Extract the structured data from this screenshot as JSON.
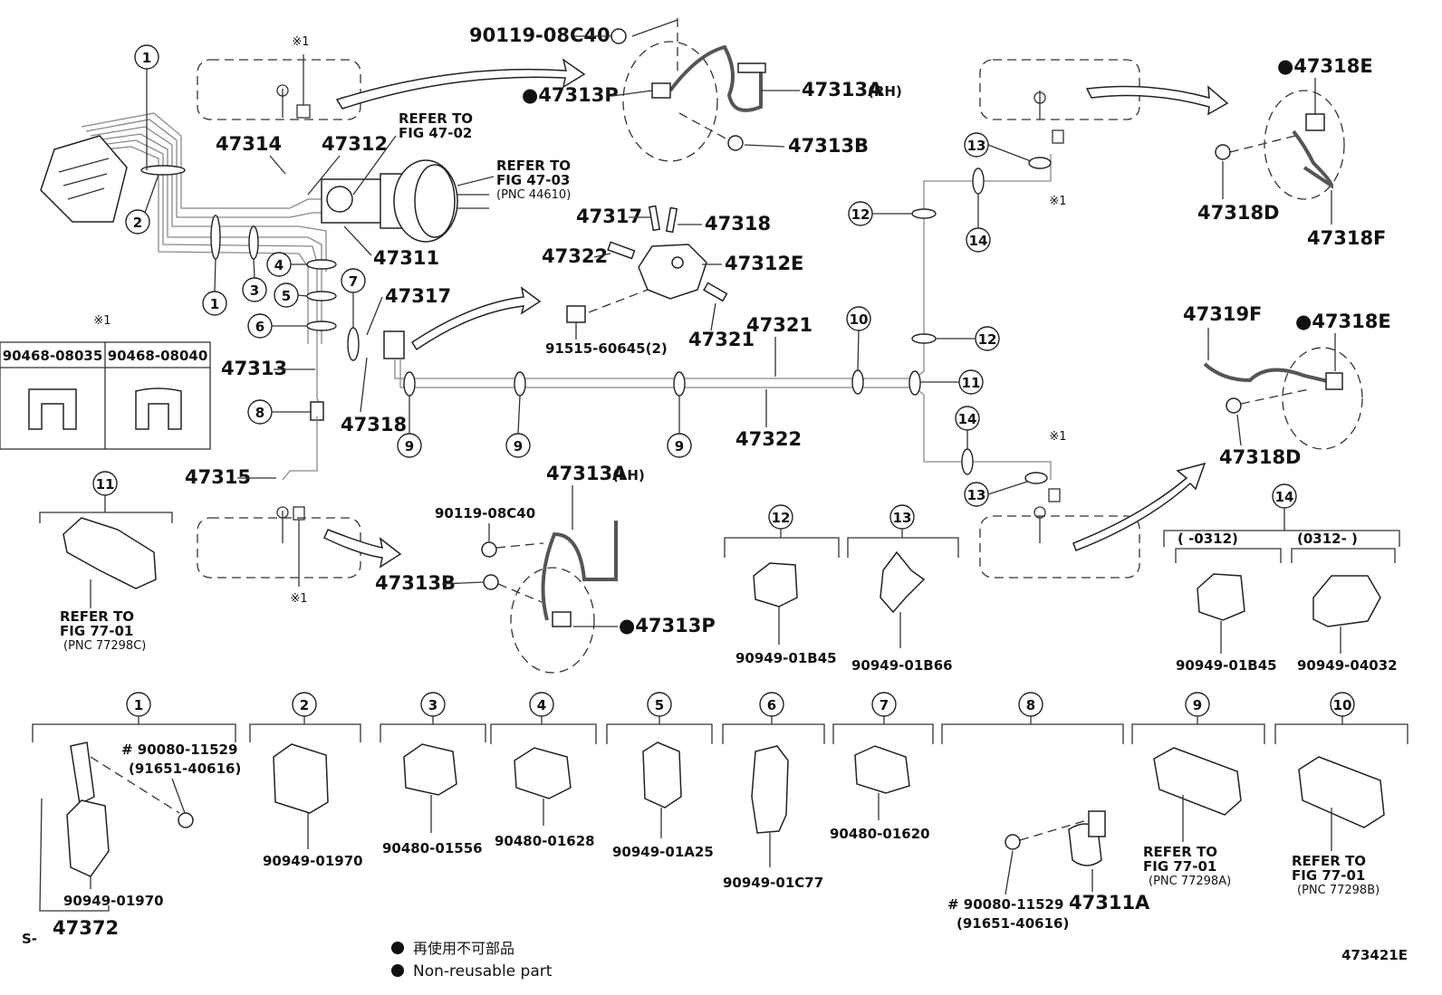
{
  "diagram_id": "473421E",
  "corner_mark": "S-",
  "legend": {
    "jp_text": "再使用不可部品",
    "en_text": "Non-reusable part"
  },
  "note_mark": "※1",
  "refs": {
    "r1": [
      "REFER TO",
      "FIG 47-02"
    ],
    "r2": [
      "REFER TO",
      "FIG 47-03",
      "(PNC 44610)"
    ],
    "r3": [
      "REFER TO",
      "FIG 77-01",
      "(PNC 77298C)"
    ],
    "r4": [
      "REFER TO",
      "FIG 77-01",
      "(PNC 77298A)"
    ],
    "r5": [
      "REFER TO",
      "FIG 77-01",
      "(PNC 77298B)"
    ]
  },
  "clip_table": {
    "headers": [
      "90468-08035",
      "90468-08040"
    ]
  },
  "labels": {
    "p90119_top": "90119-08C40",
    "p47313P_top": "●47313P",
    "p47313A_rh": "47313A",
    "rh": "(RH)",
    "p47313B_top": "47313B",
    "p47314": "47314",
    "p47312": "47312",
    "p47311": "47311",
    "p47317_a": "47317",
    "p47318_a": "47318",
    "p47322_a": "47322",
    "p47312E": "47312E",
    "p47321_a": "47321",
    "p91515": "91515-60645(2)",
    "p47317_b": "47317",
    "p47313": "47313",
    "p47318_b": "47318",
    "p47321_b": "47321",
    "p47322_b": "47322",
    "p47315": "47315",
    "p47313A_lh": "47313A",
    "lh": "(LH)",
    "p90119_bot": "90119-08C40",
    "p47313B_bot": "47313B",
    "p47313P_bot": "●47313P",
    "p47318E_top": "●47318E",
    "p47318D_top": "47318D",
    "p47318F": "47318F",
    "p47319F": "47319F",
    "p47318E_bot": "●47318E",
    "p47318D_bot": "47318D",
    "p12_part": "90949-01B45",
    "p13_part": "90949-01B66",
    "p14_range_a": "(      -0312)",
    "p14_range_b": "(0312-       )",
    "p14_part_a": "90949-01B45",
    "p14_part_b": "90949-04032",
    "g1_bolt": "# 90080-11529",
    "g1_bolt_alt": "(91651-40616)",
    "g1_part": "90949-01970",
    "g1_assy": "47372",
    "g2_part": "90949-01970",
    "g3_part": "90480-01556",
    "g4_part": "90480-01628",
    "g5_part": "90949-01A25",
    "g6_part": "90949-01C77",
    "g7_part": "90480-01620",
    "g8_bolt": "# 90080-11529",
    "g8_bolt_alt": "(91651-40616)",
    "g8_part": "47311A"
  },
  "callouts": [
    "1",
    "2",
    "3",
    "4",
    "5",
    "6",
    "7",
    "8",
    "9",
    "10",
    "11",
    "12",
    "13",
    "14"
  ],
  "colors": {
    "ink": "#111111",
    "background": "#ffffff"
  }
}
